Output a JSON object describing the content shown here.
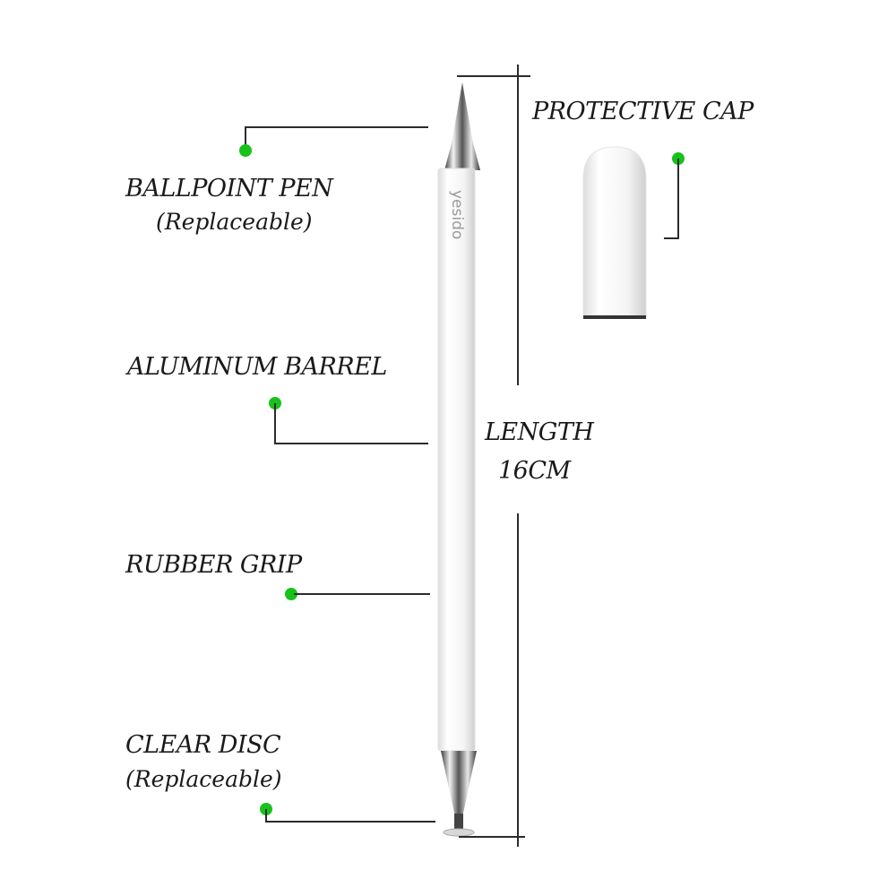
{
  "product": {
    "brand_mark": "yesido",
    "accent_color": "#18c21a",
    "line_color": "#2b2b2b"
  },
  "callouts": {
    "ballpoint": {
      "title": "BALLPOINT PEN",
      "note": "(Replaceable)"
    },
    "cap": {
      "title": "PROTECTIVE CAP"
    },
    "barrel": {
      "title": "ALUMINUM BARREL"
    },
    "grip": {
      "title": "RUBBER GRIP"
    },
    "disc": {
      "title": "CLEAR DISC",
      "note": "(Replaceable)"
    }
  },
  "dimension": {
    "label": "LENGTH",
    "value": "16CM"
  }
}
